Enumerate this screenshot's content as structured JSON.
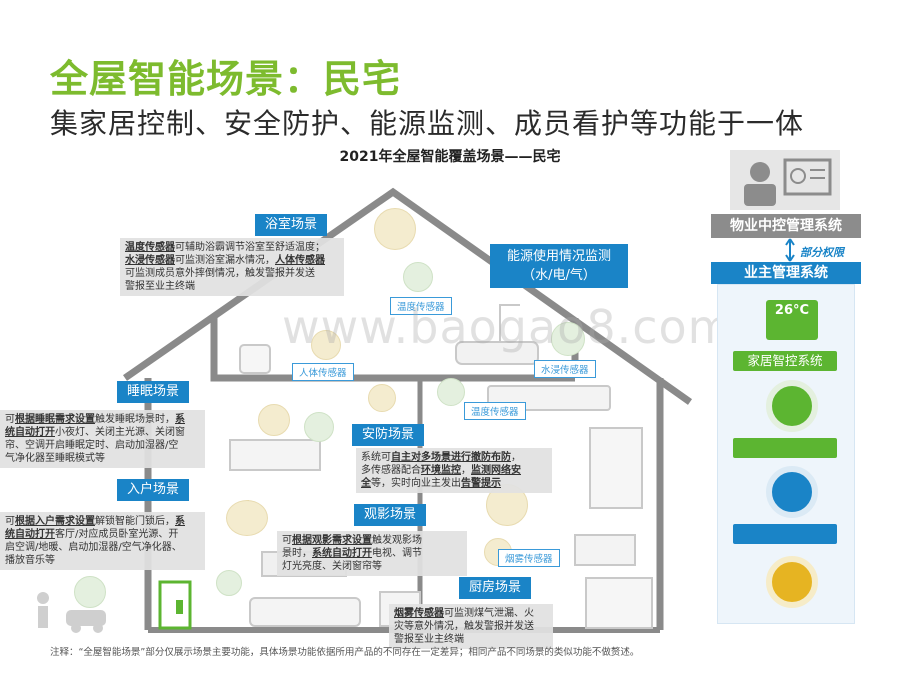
{
  "title": "全屋智能场景：民宅",
  "subtitle": "集家居控制、安全防护、能源监测、成员看护等功能于一体",
  "chart_title": "2021年全屋智能覆盖场景——民宅",
  "scenes": {
    "bathroom": {
      "label": "浴室场景",
      "desc_1_bold": "温度传感器",
      "desc_1_rest": "可辅助浴霸调节浴室至舒适温度；",
      "desc_2_bold": "水浸传感器",
      "desc_2_rest": "可监测浴室漏水情况，",
      "desc_2_bold2": "人体传感器",
      "desc_3": "可监测成员意外摔倒情况，触发警报并发送",
      "desc_4": "警报至业主终端"
    },
    "sleep": {
      "label": "睡眠场景",
      "l1_pre": "可",
      "l1_bold": "根据睡眠需求设置",
      "l1_rest": "触发睡眠场景时，",
      "l1_bold2": "系",
      "l2_bold": "统自动打开",
      "l2_rest": "小夜灯、关闭主光源、关闭窗",
      "l3": "帘、空调开启睡眠定时、启动加湿器/空",
      "l4": "气净化器至睡眠模式等"
    },
    "entry": {
      "label": "入户场景",
      "l1_pre": "可",
      "l1_bold": "根据入户需求设置",
      "l1_rest": "解锁智能门锁后，",
      "l1_bold2": "系",
      "l2_bold": "统自动打开",
      "l2_rest": "客厅/对应成员卧室光源、开",
      "l3": "启空调/地暖、启动加湿器/空气净化器、",
      "l4": "播放音乐等"
    },
    "security": {
      "label": "安防场景",
      "l1_pre": "系统可",
      "l1_bold": "自主对多场景进行撤防布防",
      "l1_rest": "，",
      "l2_pre": "多传感器配合",
      "l2_bold": "环境监控",
      "l2_mid": "，",
      "l2_bold2": "监测网络安",
      "l3_bold": "全",
      "l3_rest": "等，实时向业主发出",
      "l3_bold2": "告警提示"
    },
    "movie": {
      "label": "观影场景",
      "l1_pre": "可",
      "l1_bold": "根据观影需求设置",
      "l1_rest": "触发观影场",
      "l2_pre": "景时，",
      "l2_bold": "系统自动打开",
      "l2_rest": "电视、调节",
      "l3": "灯光亮度、关闭窗帘等"
    },
    "kitchen": {
      "label": "厨房场景",
      "l1_bold": "烟雾传感器",
      "l1_rest": "可监测煤气泄漏、火",
      "l2": "灾等意外情况，触发警报并发送",
      "l3": "警报至业主终端"
    }
  },
  "energy": {
    "line1": "能源使用情况监测",
    "line2": "（水/电/气）"
  },
  "sensors": {
    "temp_top": "温度传感器",
    "human": "人体传感器",
    "water": "水浸传感器",
    "temp_mid": "温度传感器",
    "smoke": "烟雾传感器"
  },
  "panel": {
    "property": "物业中控管理系统",
    "partial": "部分权限",
    "owner": "业主管理系统",
    "home_control": "家居智控系统",
    "thermostat_display": "26°C"
  },
  "watermark": "www.baogao8.com",
  "footnote": "注释：“全屋智能场景”部分仅展示场景主要功能，具体场景功能依据所用产品的不同存在一定差异；相同产品不同场景的类似功能不做赘述。",
  "colors": {
    "title_green": "#7dbb2e",
    "label_blue": "#1a84c7",
    "sensor_blue": "#3a9ad9",
    "house_gray": "#8a8a8a",
    "tile_green": "#5cb531",
    "property_gray": "#8c8c8c"
  }
}
